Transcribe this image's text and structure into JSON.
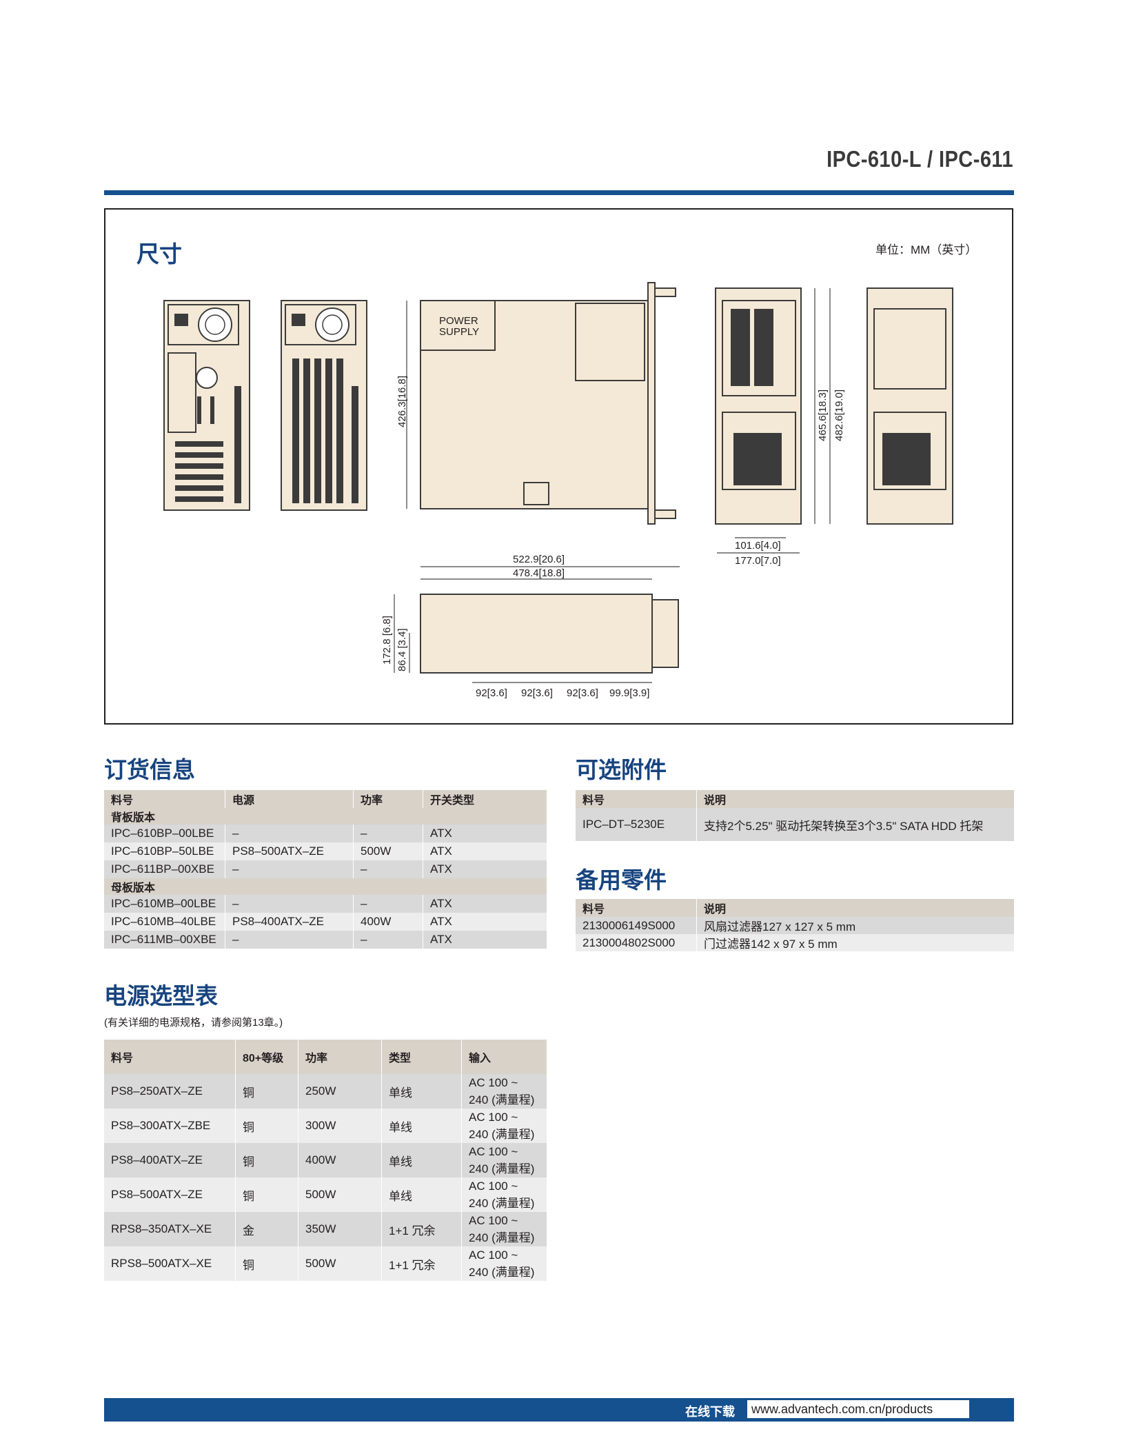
{
  "header": {
    "title": "IPC-610-L / IPC-611"
  },
  "dimensions": {
    "heading": "尺寸",
    "unit": "单位：MM（英寸）",
    "power_supply_label": [
      "POWER",
      "SUPPLY"
    ],
    "labels": {
      "height_main": "426.3[16.8]",
      "height_side_a": "465.6[18.3]",
      "height_side_b": "482.6[19.0]",
      "width_inner": "101.6[4.0]",
      "width_outer": "177.0[7.0]",
      "length_total": "522.9[20.6]",
      "length_inner": "478.4[18.8]",
      "side_height": "172.8 [6.8]",
      "side_offset": "86.4 [3.4]",
      "spacing_1": "92[3.6]",
      "spacing_2": "92[3.6]",
      "spacing_3": "92[3.6]",
      "spacing_4": "99.9[3.9]"
    }
  },
  "ordering": {
    "heading": "订货信息",
    "columns": [
      "料号",
      "电源",
      "功率",
      "开关类型"
    ],
    "groups": [
      {
        "name": "背板版本",
        "rows": [
          [
            "IPC–610BP–00LBE",
            "–",
            "–",
            "ATX"
          ],
          [
            "IPC–610BP–50LBE",
            "PS8–500ATX–ZE",
            "500W",
            "ATX"
          ],
          [
            "IPC–611BP–00XBE",
            "–",
            "–",
            "ATX"
          ]
        ]
      },
      {
        "name": "母板版本",
        "rows": [
          [
            "IPC–610MB–00LBE",
            "–",
            "–",
            "ATX"
          ],
          [
            "IPC–610MB–40LBE",
            "PS8–400ATX–ZE",
            "400W",
            "ATX"
          ],
          [
            "IPC–611MB–00XBE",
            "–",
            "–",
            "ATX"
          ]
        ]
      }
    ]
  },
  "accessories": {
    "heading": "可选附件",
    "columns": [
      "料号",
      "说明"
    ],
    "rows": [
      [
        "IPC–DT–5230E",
        "支持2个5.25\" 驱动托架转换至3个3.5\" SATA HDD 托架"
      ]
    ]
  },
  "spare_parts": {
    "heading": "备用零件",
    "columns": [
      "料号",
      "说明"
    ],
    "rows": [
      [
        "2130006149S000",
        "风扇过滤器127 x 127 x 5 mm"
      ],
      [
        "2130004802S000",
        "门过滤器142 x 97 x 5 mm"
      ]
    ]
  },
  "psu": {
    "heading": "电源选型表",
    "note": "(有关详细的电源规格，请参阅第13章。)",
    "columns": [
      "料号",
      "80+等级",
      "功率",
      "类型",
      "输入"
    ],
    "rows": [
      [
        "PS8–250ATX–ZE",
        "铜",
        "250W",
        "单线",
        "AC 100 ~ 240 (满量程)"
      ],
      [
        "PS8–300ATX–ZBE",
        "铜",
        "300W",
        "单线",
        "AC 100 ~ 240 (满量程)"
      ],
      [
        "PS8–400ATX–ZE",
        "铜",
        "400W",
        "单线",
        "AC 100 ~ 240 (满量程)"
      ],
      [
        "PS8–500ATX–ZE",
        "铜",
        "500W",
        "单线",
        "AC 100 ~ 240 (满量程)"
      ],
      [
        "RPS8–350ATX–XE",
        "金",
        "350W",
        "1+1 冗余",
        "AC 100 ~ 240 (满量程)"
      ],
      [
        "RPS8–500ATX–XE",
        "铜",
        "500W",
        "1+1 冗余",
        "AC 100 ~ 240 (满量程)"
      ]
    ]
  },
  "footer": {
    "label": "在线下载",
    "url": "www.advantech.com.cn/products"
  }
}
